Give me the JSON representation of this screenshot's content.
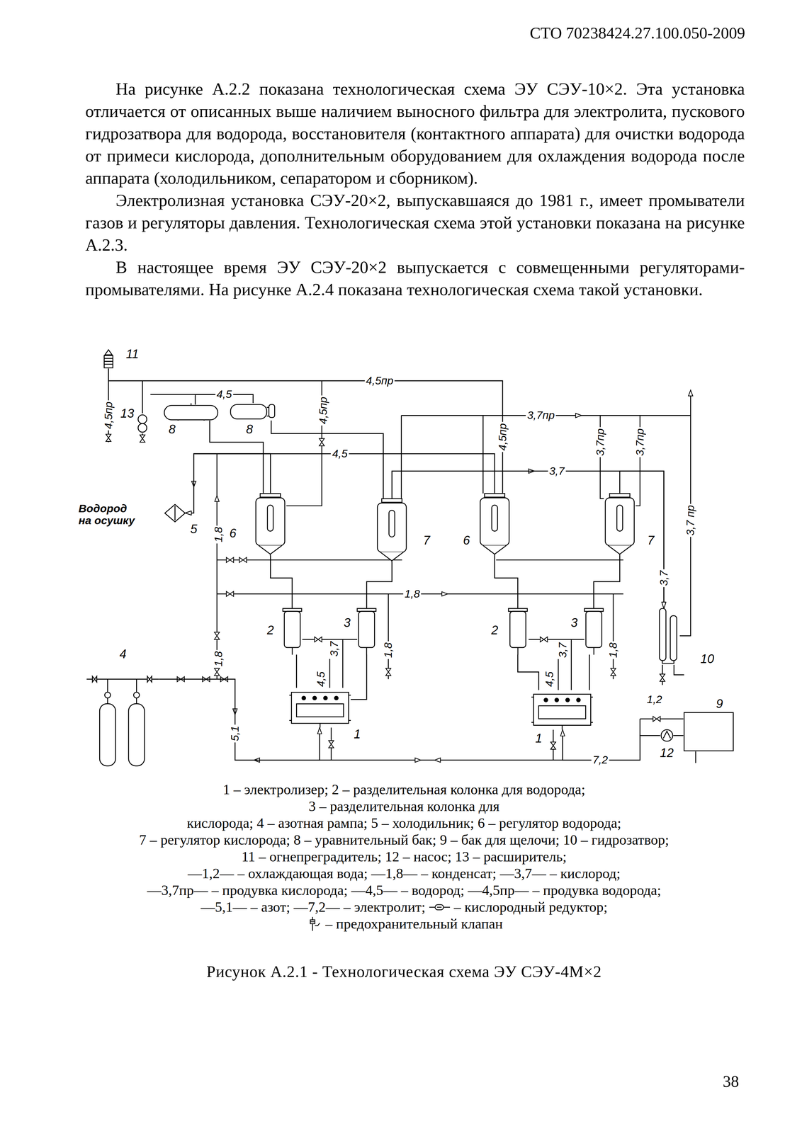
{
  "diagram": {
    "caption": "Рисунок А.2.1 - Технологическая схема ЭУ СЭУ-4М×2",
    "nodes": [
      {
        "text": [
          "11"
        ]
      },
      {
        "text": [
          "8"
        ]
      },
      {
        "text": [
          "8"
        ]
      },
      {
        "text": [
          "13"
        ]
      },
      {
        "text": [
          "6"
        ]
      },
      {
        "text": [
          "7"
        ]
      },
      {
        "text": [
          "6"
        ]
      },
      {
        "text": [
          "7"
        ]
      },
      {
        "text": [
          "5"
        ]
      },
      {
        "text": [
          "2"
        ]
      },
      {
        "text": [
          "3"
        ]
      },
      {
        "text": [
          "2"
        ]
      },
      {
        "text": [
          "3"
        ]
      },
      {
        "text": [
          "10"
        ]
      },
      {
        "text": [
          "4"
        ]
      },
      {
        "text": [
          "1"
        ]
      },
      {
        "text": [
          "1"
        ]
      },
      {
        "text": [
          "9"
        ]
      },
      {
        "text": [
          "12"
        ]
      }
    ],
    "edges": [
      {
        "from": 9,
        "to": 4,
        "arrow": "none"
      },
      {
        "from": 10,
        "to": 5,
        "arrow": "none"
      },
      {
        "from": 15,
        "to": 9,
        "arrow": "none"
      },
      {
        "from": 15,
        "to": 10,
        "arrow": "none"
      },
      {
        "from": 16,
        "to": 11,
        "arrow": "none"
      },
      {
        "from": 16,
        "to": 12,
        "arrow": "none"
      },
      {
        "from": 11,
        "to": 6,
        "arrow": "none"
      },
      {
        "from": 12,
        "to": 7,
        "arrow": "none"
      },
      {
        "from": 18,
        "to": 16,
        "arrow": "to",
        "label": "7,2"
      },
      {
        "from": 17,
        "to": 18,
        "arrow": "none"
      },
      {
        "from": 14,
        "to": 15,
        "arrow": "to",
        "label": "5,1"
      },
      {
        "from": 4,
        "to": 8,
        "arrow": "to"
      },
      {
        "from": 6,
        "to": 8,
        "arrow": "to",
        "label": "4,5"
      },
      {
        "from": 5,
        "to": 13,
        "arrow": "to",
        "label": "3,7"
      },
      {
        "from": 7,
        "to": 13,
        "arrow": "to",
        "label": "3,7"
      },
      {
        "from": 6,
        "to": 0,
        "arrow": "none",
        "label": "4,5пр"
      },
      {
        "from": 1,
        "to": 2,
        "arrow": "none",
        "label": "4,5"
      },
      {
        "from": 1,
        "to": 4,
        "arrow": "none"
      },
      {
        "from": 2,
        "to": 5,
        "arrow": "none"
      }
    ],
    "labels": [
      "СТО 70238424.27.100.050-2009",
      "На рисунке А.2.2 показана технологическая схема ЭУ СЭУ-10×2. Эта установка отличается от описанных выше наличием выносного фильтра для электролита, пускового гидрозатвора для водорода, восстановителя (контактного аппарата) для очистки водорода от примеси кислорода, дополнительным оборудованием для охлаждения водорода после аппарата (холодильником, сепаратором и сборником).",
      "Электролизная установка СЭУ-20×2, выпускавшаяся до 1981 г., имеет промыватели газов и регуляторы давления. Технологическая схема этой установки показана на рисунке А.2.3.",
      "В настоящее время ЭУ СЭУ-20×2 выпускается с совмещенными регуляторами-промывателями. На рисунке А.2.4 показана технологическая схема такой установки.",
      "4,5пр",
      "4,5пр",
      "4,5пр",
      "3,7пр",
      "3,7пр",
      "3,7пр",
      "3,7 пр",
      "Водород на осушку",
      "1,8",
      "1,8",
      "3,7",
      "4,5",
      "1,8",
      "3,7",
      "4,5",
      "1,8",
      "1,8",
      "1,2",
      "1 – электролизер; 2 – разделительная колонка для водорода;",
      "3 – разделительная колонка для",
      "кислорода; 4 – азотная рампа; 5 – холодильник; 6 – регулятор водорода;",
      "7 – регулятор кислорода; 8 – уравнительный бак; 9 – бак для щелочи; 10 – гидрозатвор;",
      "11 – огнепреградитель; 12 – насос; 13 – расширитель;",
      "—1,2— – охлаждающая вода; —1,8— – конденсат; —3,7— – кислород;",
      "—3,7пр— – продувка кислорода; —4,5— – водород; —4,5пр— – продувка водорода;",
      "—5,1— – азот; —7,2— – электролит;",
      "– кислородный редуктор;",
      "– предохранительный клапан",
      "38"
    ]
  }
}
